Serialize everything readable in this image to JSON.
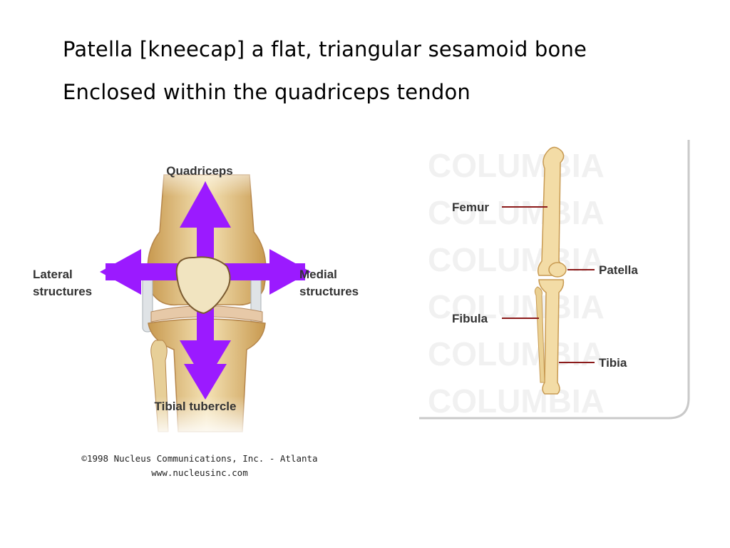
{
  "slide": {
    "line1": "Patella [kneecap] a flat, triangular sesamoid bone",
    "line2": "Enclosed within the quadriceps tendon"
  },
  "knee_diagram": {
    "labels": {
      "top": "Quadriceps",
      "left_1": "Lateral",
      "left_2": "structures",
      "right_1": "Medial",
      "right_2": "structures",
      "bottom": "Tibial tubercle"
    },
    "arrow_color": "#9b1aff",
    "credit_line1": "©1998 Nucleus Communications, Inc. - Atlanta",
    "credit_line2": "www.nucleusinc.com"
  },
  "leg_diagram": {
    "labels": {
      "femur": "Femur",
      "patella": "Patella",
      "fibula": "Fibula",
      "tibia": "Tibia"
    },
    "watermark": "COLUMBIA"
  },
  "colors": {
    "bone": "#f0dca8",
    "bone_dark": "#c89a52",
    "label_text": "#333333",
    "leader_line": "#8b1a1a"
  }
}
